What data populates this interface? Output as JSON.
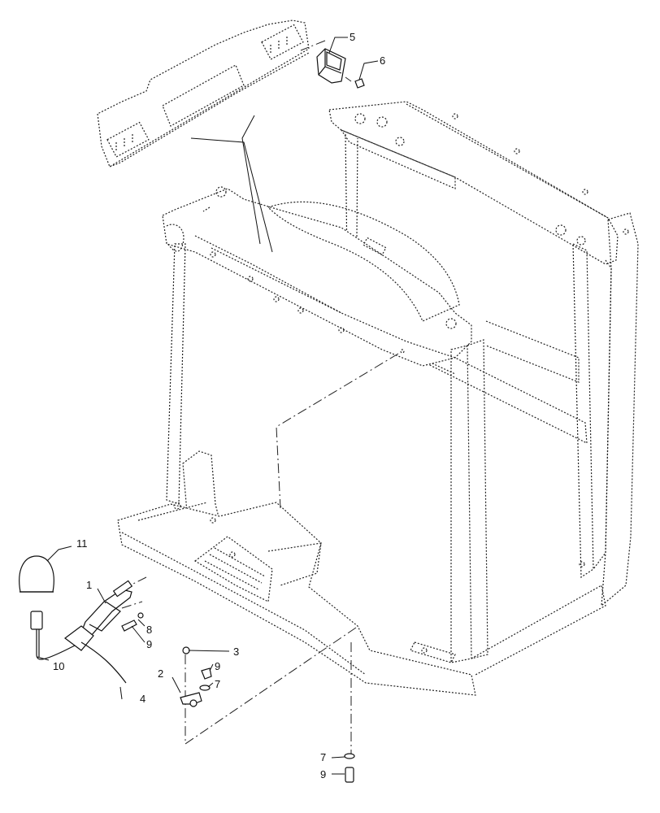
{
  "diagram": {
    "callouts": [
      {
        "id": "c1",
        "text": "1"
      },
      {
        "id": "c2",
        "text": "2"
      },
      {
        "id": "c3",
        "text": "3"
      },
      {
        "id": "c4",
        "text": "4"
      },
      {
        "id": "c5",
        "text": "5"
      },
      {
        "id": "c6",
        "text": "6"
      },
      {
        "id": "c7a",
        "text": "7"
      },
      {
        "id": "c7b",
        "text": "7"
      },
      {
        "id": "c8",
        "text": "8"
      },
      {
        "id": "c9a",
        "text": "9"
      },
      {
        "id": "c9b",
        "text": "9"
      },
      {
        "id": "c9c",
        "text": "9"
      },
      {
        "id": "c10",
        "text": "10"
      },
      {
        "id": "c11",
        "text": "11"
      }
    ]
  }
}
